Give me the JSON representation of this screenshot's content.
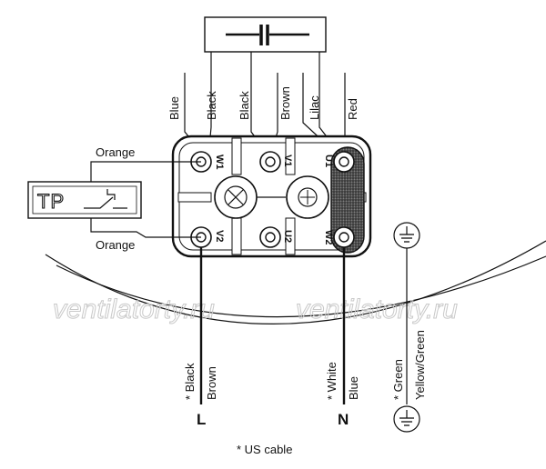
{
  "watermark": "ventilatorty.ru",
  "thermal_protector": {
    "label": "TP"
  },
  "wires_top": {
    "blue": "Blue",
    "black_1": "Black",
    "black_2": "Black",
    "brown": "Brown",
    "lilac": "Lilac",
    "red": "Red"
  },
  "wires_side": {
    "orange_top": "Orange",
    "orange_bottom": "Orange"
  },
  "terminals": {
    "w1_left": "W1",
    "v1": "V1",
    "u1": "U1",
    "v2": "V2",
    "u2": "U2",
    "w2": "W2"
  },
  "wires_bottom": {
    "l_us": "* Black",
    "l": "Brown",
    "n_us": "* White",
    "n": "Blue",
    "pe_us": "* Green",
    "pe": "Yellow/Green"
  },
  "lines": {
    "l": "L",
    "n": "N"
  },
  "footnote": "* US cable",
  "icons": [
    "capacitor-icon",
    "thermal-switch-icon",
    "ground-icon"
  ]
}
